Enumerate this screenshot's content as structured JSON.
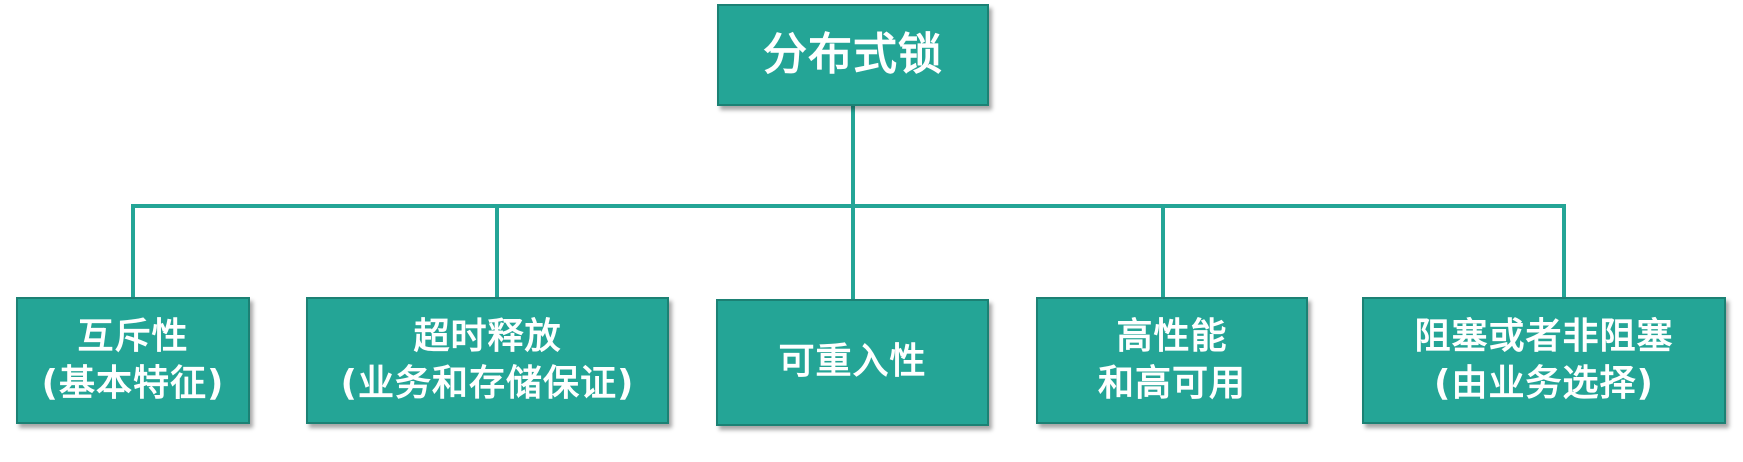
{
  "diagram": {
    "root": {
      "label": "分布式锁"
    },
    "children": [
      {
        "line1": "互斥性",
        "line2": "(基本特征)"
      },
      {
        "line1": "超时释放",
        "line2": "(业务和存储保证)"
      },
      {
        "line1": "可重入性",
        "line2": ""
      },
      {
        "line1": "高性能",
        "line2": "和高可用"
      },
      {
        "line1": "阻塞或者非阻塞",
        "line2": "(由业务选择)"
      }
    ]
  },
  "colors": {
    "box_fill": "#24a596",
    "box_border": "#1c8174",
    "connector": "#24a596",
    "text": "#ffffff"
  }
}
